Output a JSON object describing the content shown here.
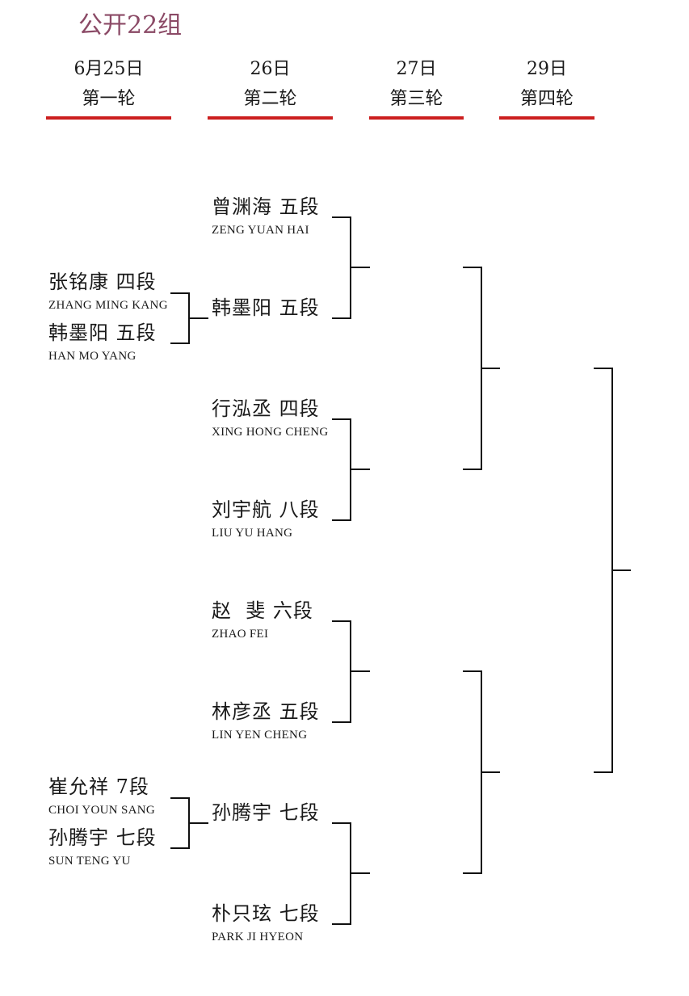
{
  "title": "公开22组",
  "accent_color": "#cc1f1f",
  "title_color": "#8b4a66",
  "rounds": [
    {
      "date": "6月25日",
      "label": "第一轮"
    },
    {
      "date": "26日",
      "label": "第二轮"
    },
    {
      "date": "27日",
      "label": "第三轮"
    },
    {
      "date": "29日",
      "label": "第四轮"
    }
  ],
  "round1": [
    {
      "cn": "张铭康 四段",
      "en": "ZHANG MING KANG"
    },
    {
      "cn": "韩墨阳 五段",
      "en": "HAN MO YANG"
    },
    {
      "cn": "崔允祥 7段",
      "en": "CHOI YOUN SANG"
    },
    {
      "cn": "孙腾宇 七段",
      "en": "SUN TENG YU"
    }
  ],
  "round2": [
    {
      "cn": "曾渊海 五段",
      "en": "ZENG YUAN HAI"
    },
    {
      "cn": "韩墨阳 五段",
      "en": ""
    },
    {
      "cn": "行泓丞 四段",
      "en": "XING HONG CHENG"
    },
    {
      "cn": "刘宇航 八段",
      "en": "LIU YU HANG"
    },
    {
      "cn": "赵  斐 六段",
      "en": "ZHAO FEI"
    },
    {
      "cn": "林彦丞 五段",
      "en": "LIN YEN CHENG"
    },
    {
      "cn": "孙腾宇 七段",
      "en": ""
    },
    {
      "cn": "朴只玹 七段",
      "en": "PARK JI HYEON"
    }
  ]
}
